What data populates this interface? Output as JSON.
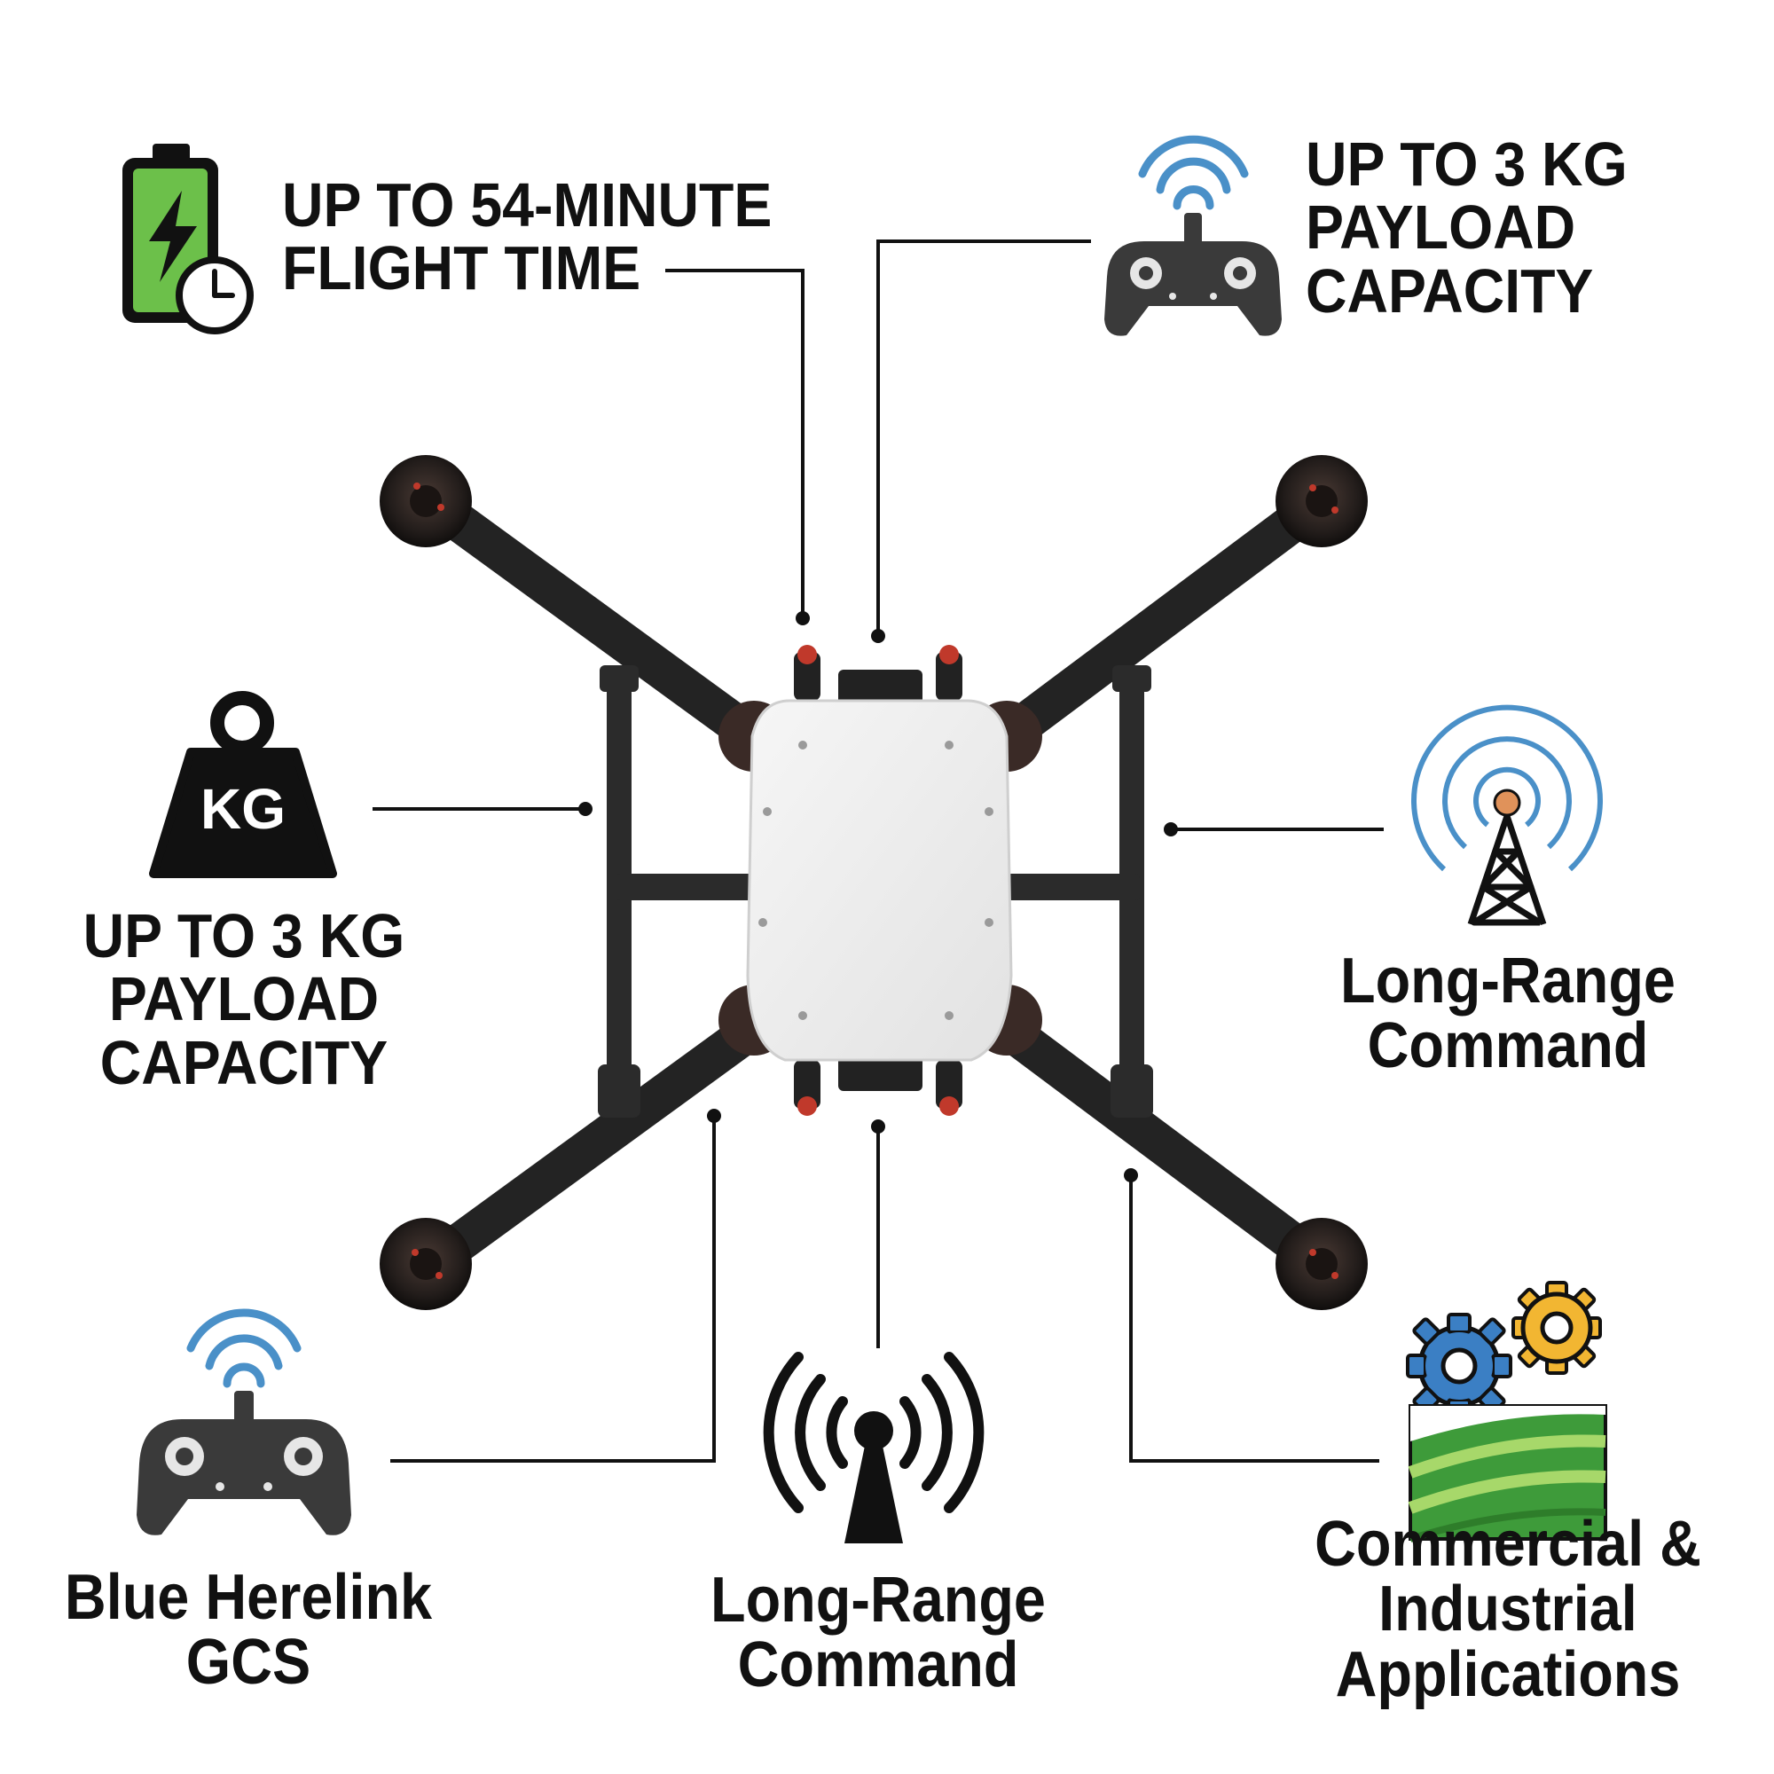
{
  "colors": {
    "ink": "#111111",
    "frame": "#2b2b2b",
    "arm": "#232323",
    "body": "#eeeeee",
    "battery_green": "#6cc04a",
    "wifi_blue": "#4a90c8",
    "gear_blue": "#3b7fc4",
    "gear_yellow": "#f2b632",
    "field_green": "#3e9b3a",
    "motor_accent": "#c0392b",
    "tower_orange": "#e0925a"
  },
  "icons": {
    "flight_time": "battery-clock-icon",
    "payload_top": "remote-controller-wifi-icon",
    "payload_left": "kg-weight-icon",
    "long_range_right": "radio-tower-icon",
    "gcs": "remote-controller-wifi-icon",
    "long_range_bottom": "broadcast-antenna-icon",
    "applications": "gears-field-icon"
  },
  "callouts": {
    "flight_time": {
      "lines": [
        "UP TO 54-MINUTE",
        "FLIGHT TIME"
      ]
    },
    "payload_top": {
      "lines": [
        "UP TO 3 KG",
        "PAYLOAD",
        "CAPACITY"
      ]
    },
    "payload_left": {
      "badge": "KG",
      "lines": [
        "UP TO 3 KG",
        "PAYLOAD",
        "CAPACITY"
      ]
    },
    "long_range_right": {
      "lines": [
        "Long-Range",
        "Command"
      ]
    },
    "gcs": {
      "lines": [
        "Blue Herelink",
        "GCS"
      ]
    },
    "long_range_bottom": {
      "lines": [
        "Long-Range",
        "Command"
      ]
    },
    "applications": {
      "lines": [
        "Commercial &",
        "Industrial",
        "Applications"
      ]
    }
  }
}
